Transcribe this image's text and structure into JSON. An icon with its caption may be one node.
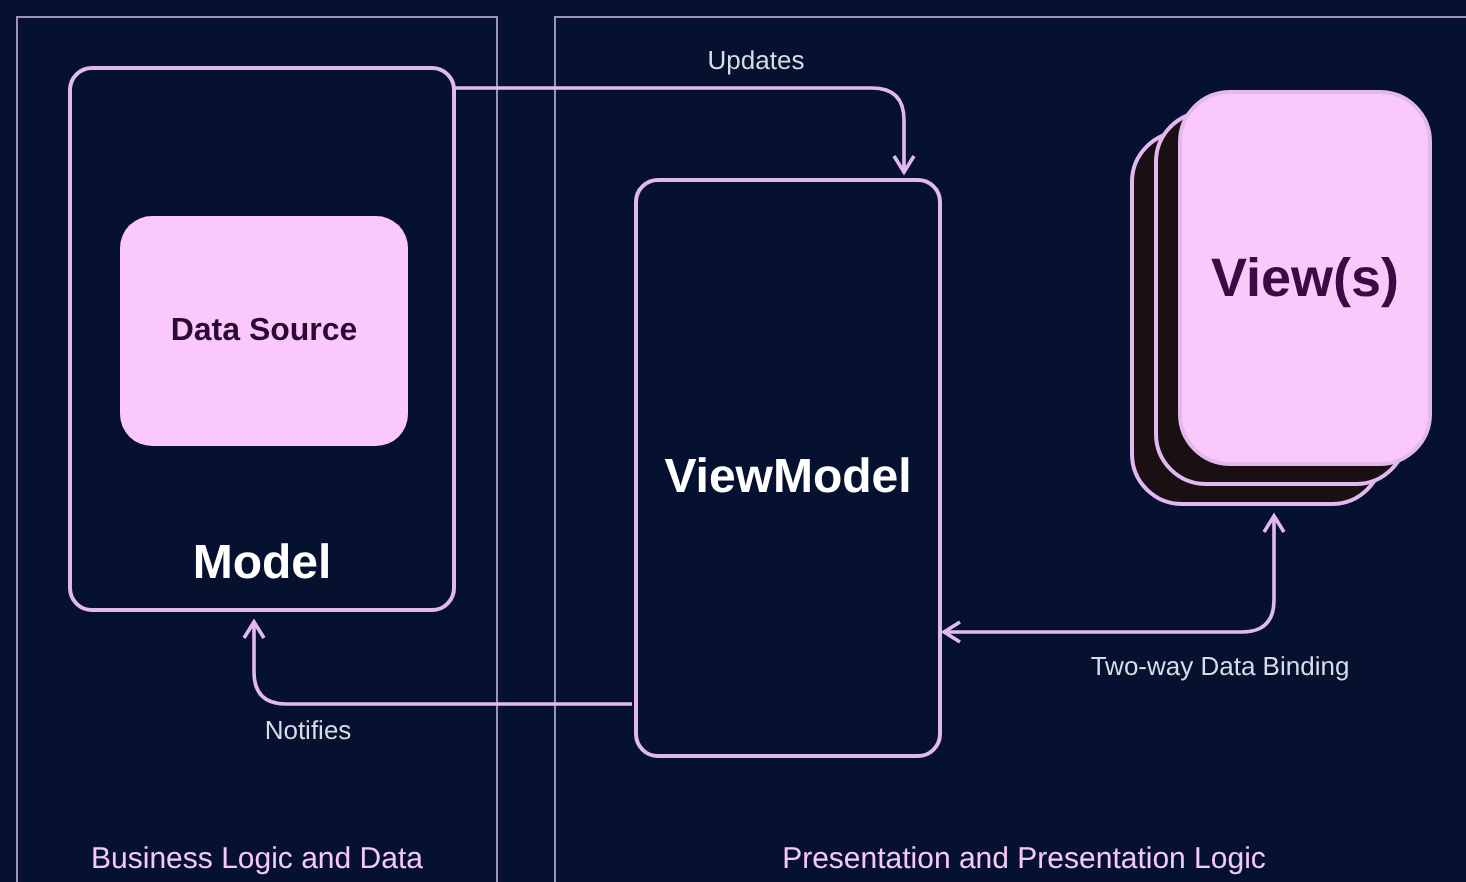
{
  "diagram": {
    "nodes": [
      {
        "text": [
          "Business Logic and Data"
        ]
      },
      {
        "text": [
          "Presentation and Presentation Logic"
        ]
      },
      {
        "text": [
          "Model"
        ],
        "in": 0
      },
      {
        "text": [
          "Data Source"
        ],
        "in": 2
      },
      {
        "text": [
          "ViewModel"
        ],
        "in": 1
      },
      {
        "text": [
          "View(s)"
        ],
        "in": 1
      }
    ],
    "edges": [
      {
        "from": 2,
        "to": 4,
        "arrow": "to",
        "label": "Updates"
      },
      {
        "from": 4,
        "to": 2,
        "arrow": "to",
        "label": "Notifies"
      },
      {
        "from": 4,
        "to": 5,
        "arrow": "both",
        "label": "Two-way Data Binding"
      }
    ]
  }
}
